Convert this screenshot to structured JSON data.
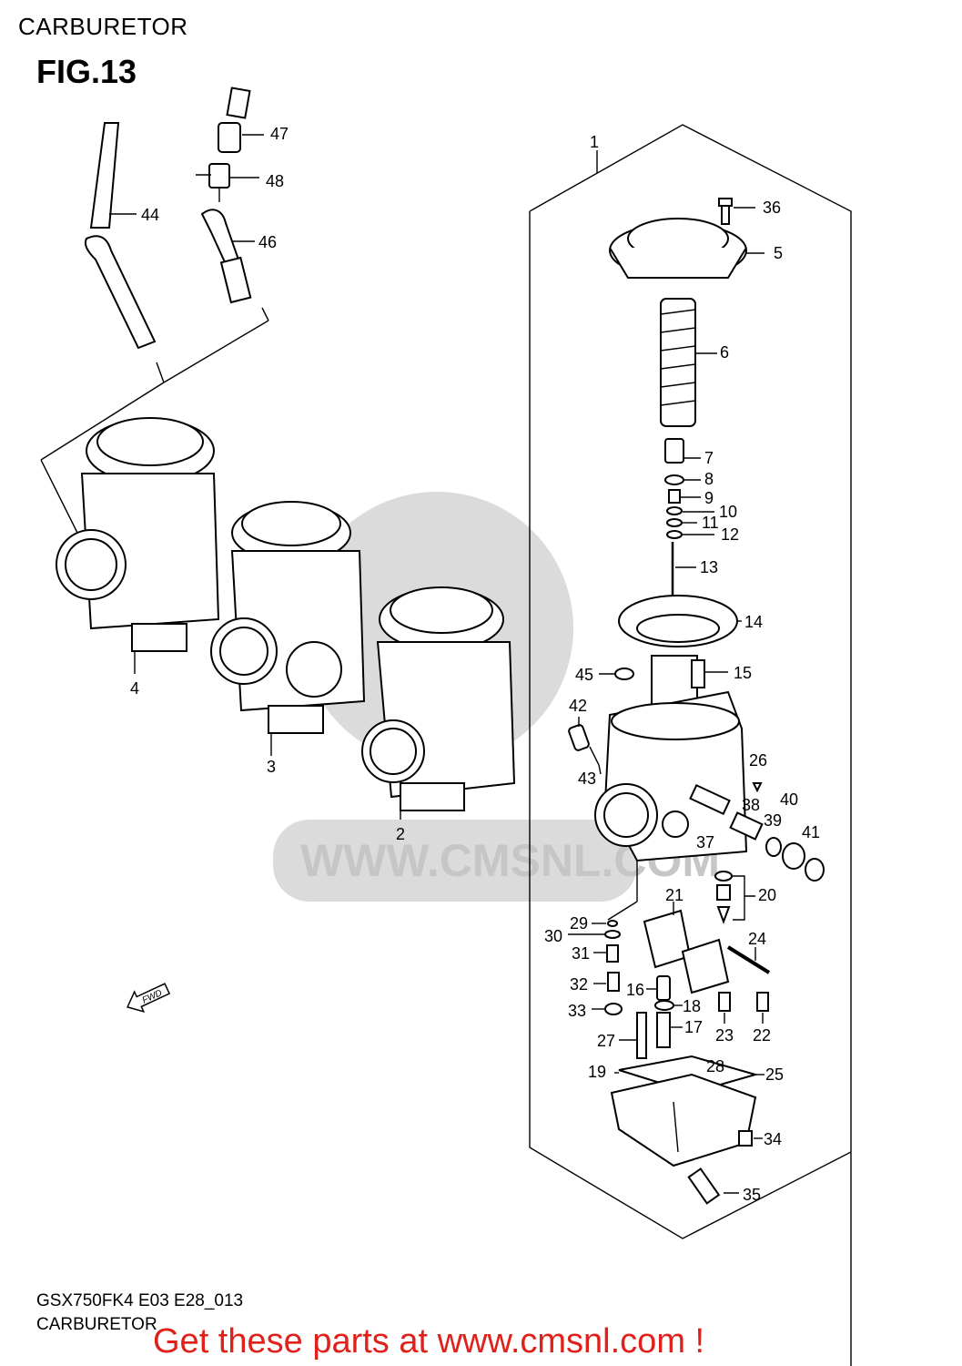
{
  "header": {
    "page_title": "CARBURETOR",
    "figure_label": "FIG.13"
  },
  "footer": {
    "model_code": "GSX750FK4 E03 E28_013",
    "caption": "CARBURETOR",
    "call_to_action": "Get these parts at www.cmsnl.com !"
  },
  "watermark": {
    "text": "WWW.CMSNL.COM"
  },
  "direction_label": "FWD",
  "callouts": [
    "1",
    "2",
    "3",
    "4",
    "5",
    "6",
    "7",
    "8",
    "9",
    "10",
    "11",
    "12",
    "13",
    "14",
    "15",
    "16",
    "17",
    "18",
    "19",
    "20",
    "21",
    "22",
    "23",
    "24",
    "25",
    "26",
    "27",
    "28",
    "29",
    "30",
    "31",
    "32",
    "33",
    "34",
    "35",
    "36",
    "37",
    "38",
    "39",
    "40",
    "41",
    "42",
    "43",
    "44",
    "45",
    "46",
    "47",
    "48"
  ],
  "colors": {
    "call_to_action": "#e0201a",
    "watermark": "#bdbdbd"
  }
}
